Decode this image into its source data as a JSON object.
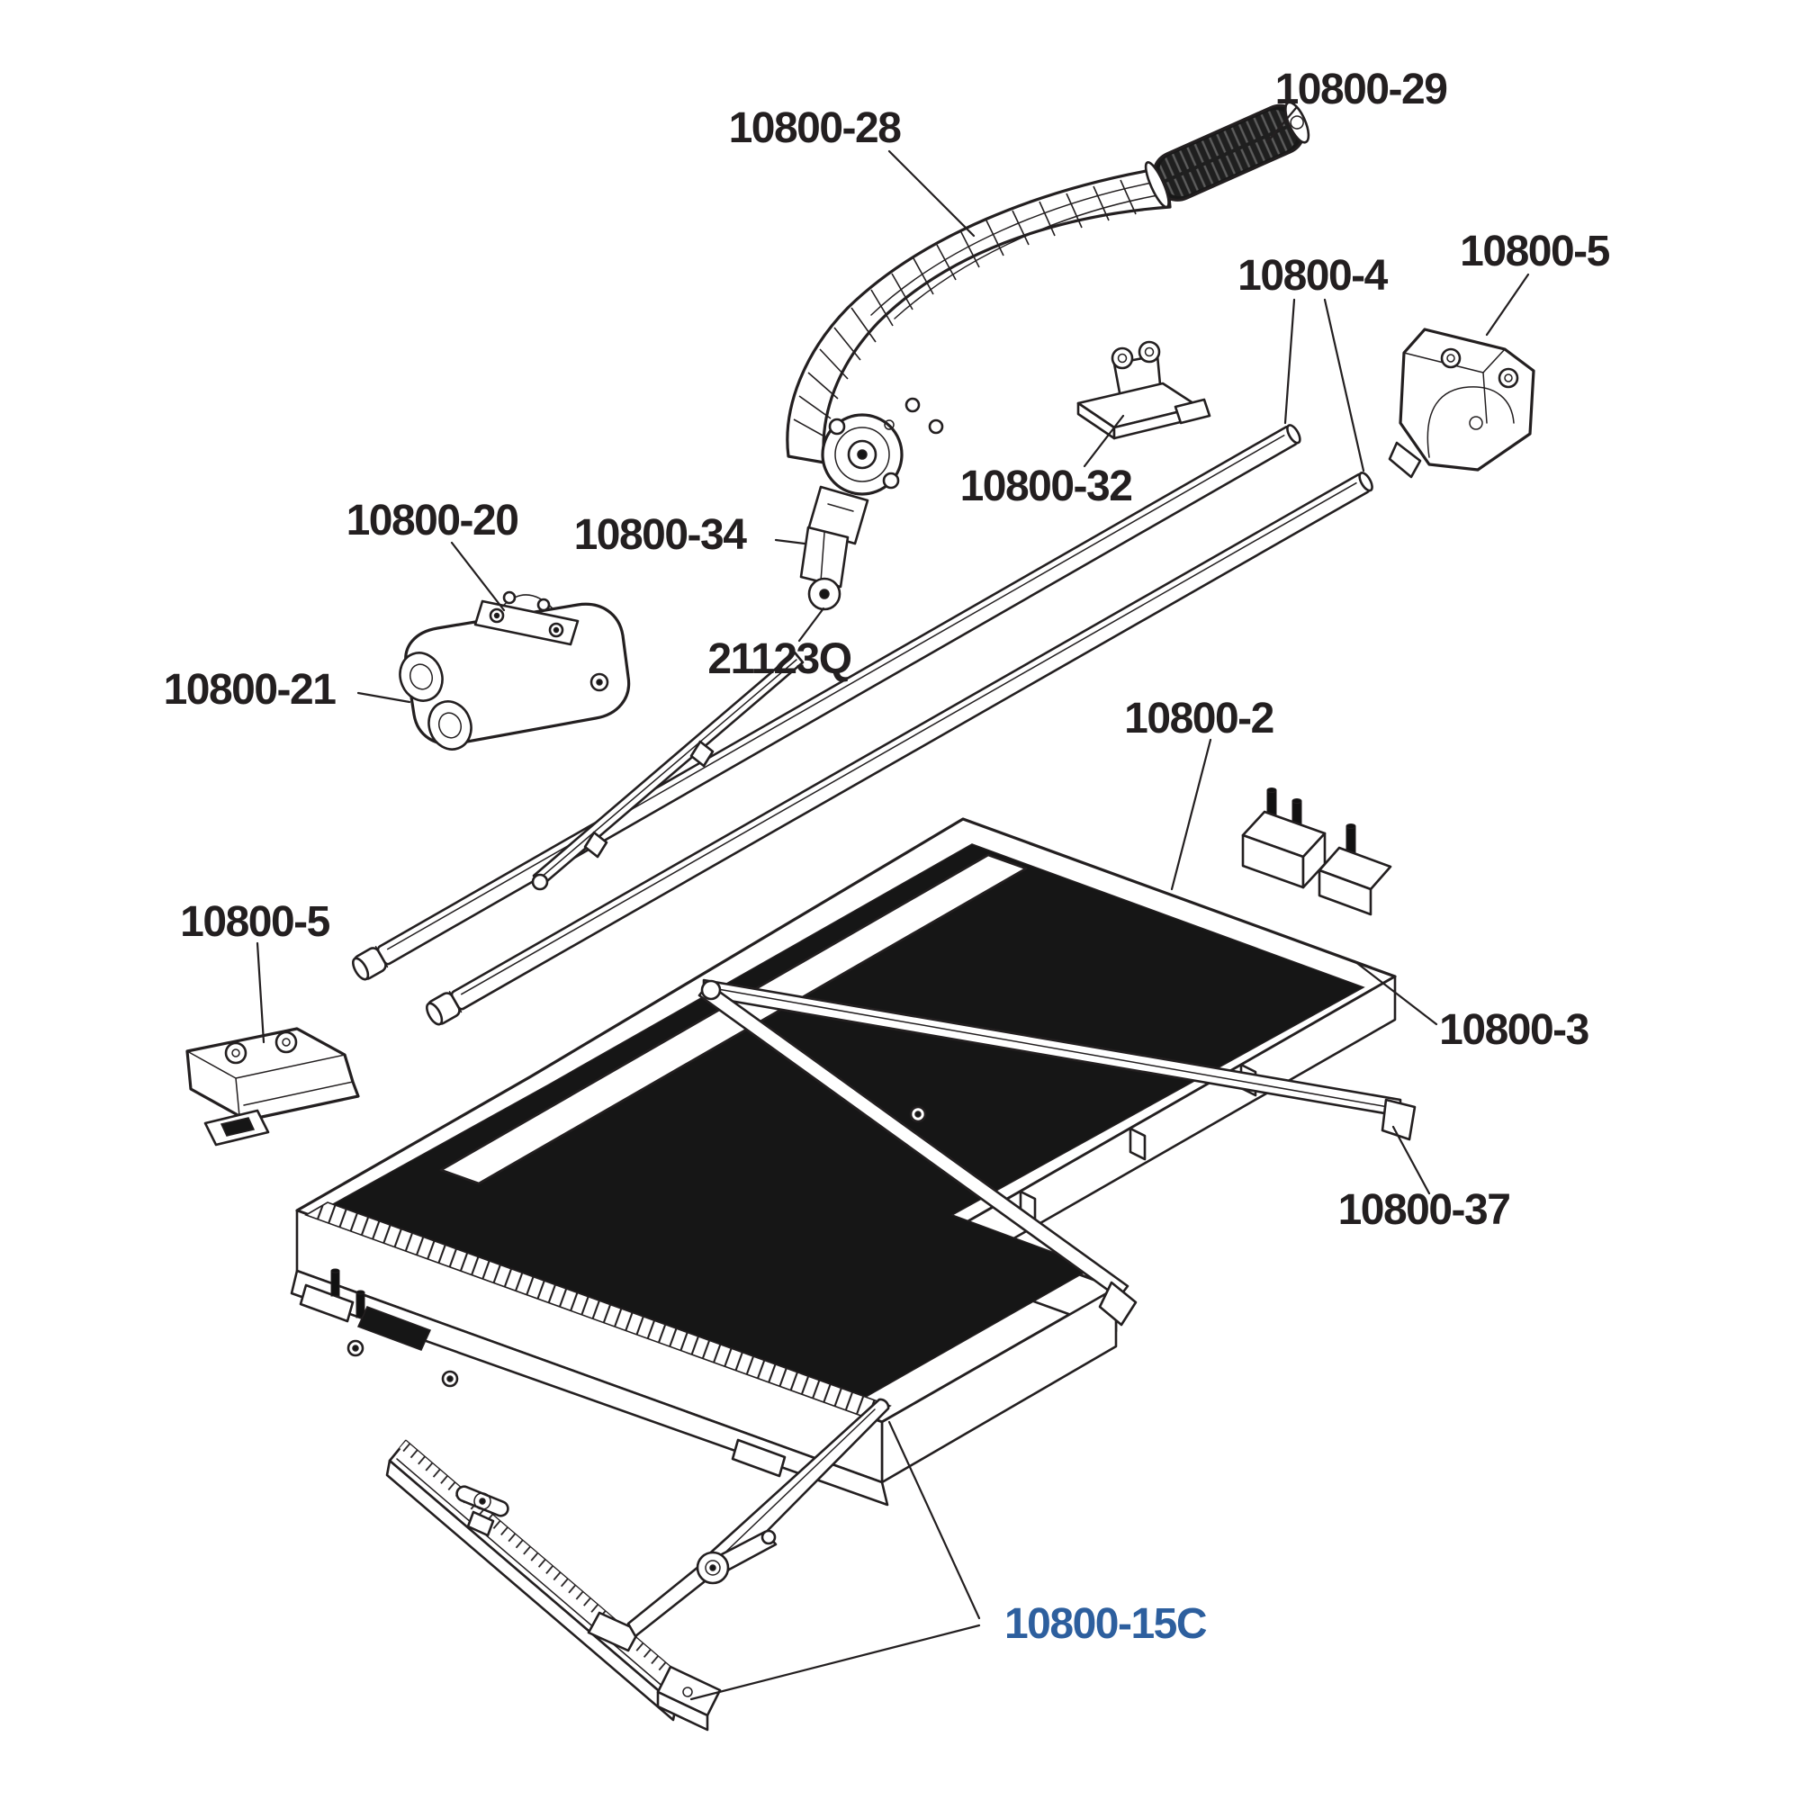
{
  "diagram": {
    "colors": {
      "background": "#ffffff",
      "line": "#231f20",
      "label": "#231f20",
      "highlight_label": "#2d5f9e",
      "pad": "#161616"
    },
    "labels": {
      "part_28": "10800-28",
      "part_29": "10800-29",
      "part_5_top": "10800-5",
      "part_4": "10800-4",
      "part_32": "10800-32",
      "part_34": "10800-34",
      "part_20": "10800-20",
      "part_21": "10800-21",
      "part_21123q": "21123Q",
      "part_2": "10800-2",
      "part_5_left": "10800-5",
      "part_3": "10800-3",
      "part_37": "10800-37",
      "part_15c": "10800-15C"
    }
  }
}
